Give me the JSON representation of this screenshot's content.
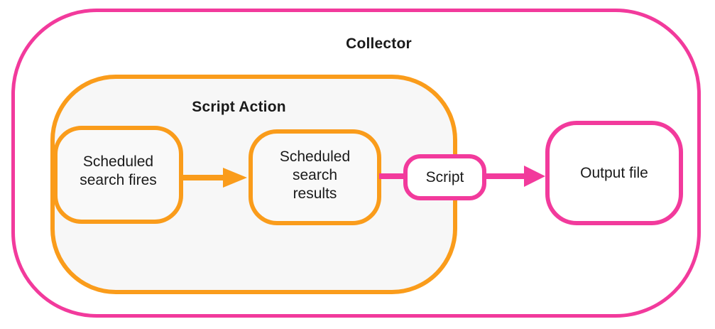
{
  "diagram_title": "Collector",
  "colors": {
    "pink": "#F23A9C",
    "orange": "#FA9C1B",
    "container_fill": "#F7F7F7",
    "node_fill": "#F9F9F9",
    "text": "#1A1A1A"
  },
  "collector": {
    "label": "Collector"
  },
  "script_action": {
    "label": "Script Action"
  },
  "nodes": {
    "scheduled_search_fires": {
      "label": "Scheduled\nsearch fires"
    },
    "scheduled_search_results": {
      "label": "Scheduled\nsearch\nresults"
    },
    "script": {
      "label": "Script"
    },
    "output_file": {
      "label": "Output file"
    }
  },
  "connectors": [
    {
      "from": "scheduled_search_fires",
      "to": "scheduled_search_results",
      "style": "orange-arrow"
    },
    {
      "from": "scheduled_search_results",
      "to": "script",
      "style": "pink-line"
    },
    {
      "from": "script",
      "to": "output_file",
      "style": "pink-arrow"
    }
  ]
}
